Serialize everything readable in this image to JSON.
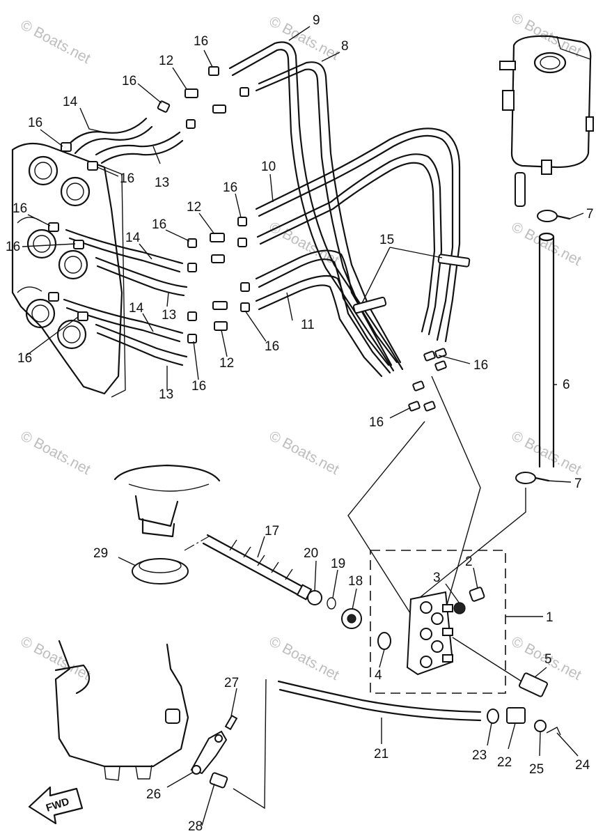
{
  "watermark": "© Boats.net",
  "fwd_label": "FWD",
  "callouts": {
    "p1": "1",
    "p2": "2",
    "p3": "3",
    "p4": "4",
    "p5": "5",
    "p6": "6",
    "p7a": "7",
    "p7b": "7",
    "p8": "8",
    "p9": "9",
    "p10": "10",
    "p11": "11",
    "p12a": "12",
    "p12b": "12",
    "p12c": "12",
    "p13a": "13",
    "p13b": "13",
    "p13c": "13",
    "p14a": "14",
    "p14b": "14",
    "p14c": "14",
    "p15": "15",
    "p16a": "16",
    "p16b": "16",
    "p16c": "16",
    "p16d": "16",
    "p16e": "16",
    "p16f": "16",
    "p16g": "16",
    "p16h": "16",
    "p16i": "16",
    "p16j": "16",
    "p16k": "16",
    "p16l": "16",
    "p17": "17",
    "p18": "18",
    "p19": "19",
    "p20": "20",
    "p21": "21",
    "p22": "22",
    "p23": "23",
    "p24": "24",
    "p25": "25",
    "p26": "26",
    "p27": "27",
    "p28": "28",
    "p29": "29"
  }
}
